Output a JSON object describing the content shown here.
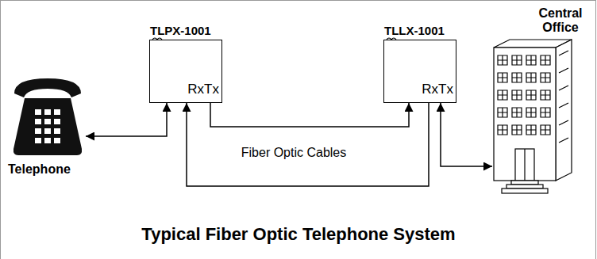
{
  "diagram": {
    "title": "Typical Fiber Optic Telephone System",
    "nodes": [
      {
        "text": [
          "Telephone"
        ]
      },
      {
        "text": [
          "TLPX-1001",
          "RxTx"
        ]
      },
      {
        "text": [
          "TLLX-1001",
          "RxTx"
        ]
      },
      {
        "text": [
          "Central Office"
        ]
      }
    ],
    "edges": [
      {
        "from": 0,
        "to": 1,
        "arrow": "both"
      },
      {
        "from": 1,
        "to": 2,
        "arrow": "to"
      },
      {
        "from": 2,
        "to": 1,
        "arrow": "to"
      },
      {
        "from": 2,
        "to": 3,
        "arrow": "both"
      }
    ],
    "labels": [
      "Fiber Optic Cables"
    ]
  }
}
